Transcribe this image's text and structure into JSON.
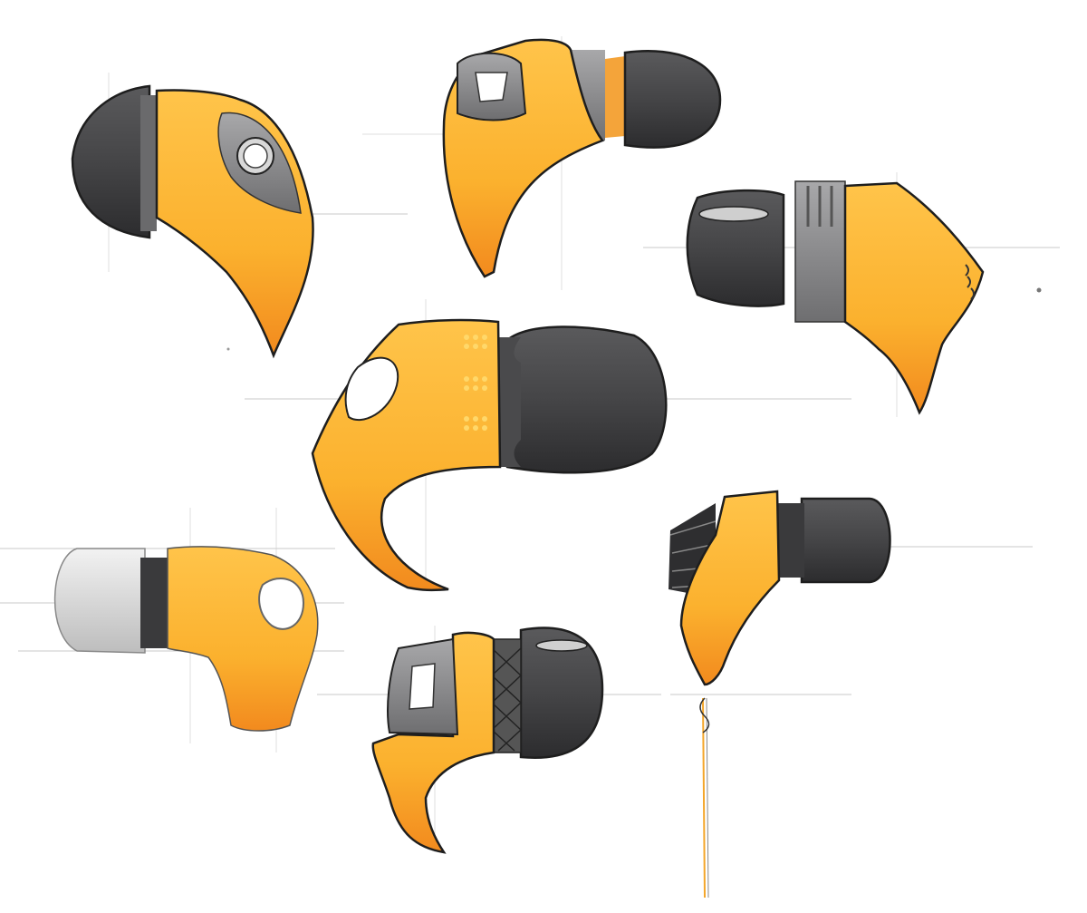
{
  "colors": {
    "background": "#ffffff",
    "body_orange": "#fbb12e",
    "body_orange_shadow": "#f28a1e",
    "tip_dark": "#3c3c3e",
    "tip_mid": "#5a5a5c",
    "accent_gray": "#8c8c8e",
    "light_gray": "#dcdcdc",
    "outline": "#1e1e1e"
  },
  "sketches": [
    {
      "id": "earbud-top-left",
      "icon": "earbud-sketch"
    },
    {
      "id": "earbud-top-center",
      "icon": "earbud-sketch"
    },
    {
      "id": "earbud-right",
      "icon": "earbud-sketch"
    },
    {
      "id": "earbud-center",
      "icon": "earbud-sketch"
    },
    {
      "id": "earbud-bottom-left",
      "icon": "earbud-sketch"
    },
    {
      "id": "earbud-bottom-center",
      "icon": "earbud-sketch"
    },
    {
      "id": "earbud-bottom-right",
      "icon": "earbud-sketch"
    }
  ]
}
